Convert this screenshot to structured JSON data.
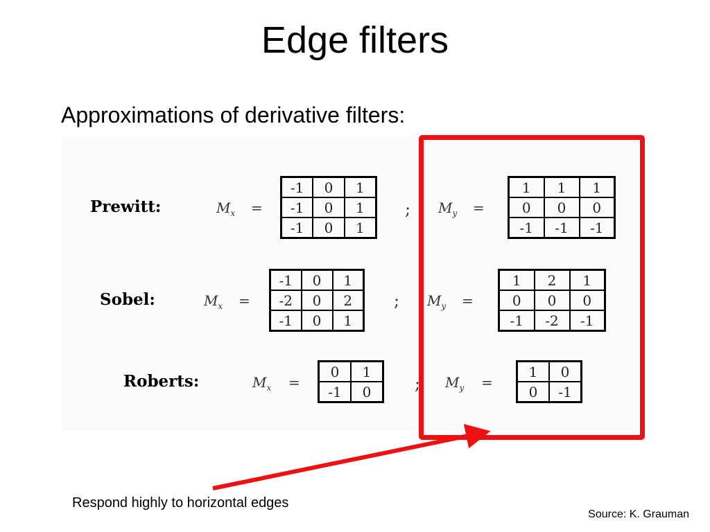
{
  "slide": {
    "title": "Edge filters",
    "subtitle": "Approximations of derivative filters:",
    "caption": "Respond highly to horizontal edges",
    "source": "Source: K. Grauman"
  },
  "highlight_color": "#ee1111",
  "filters": {
    "prewitt": {
      "name": "Prewitt:",
      "mx_symbol": "M",
      "mx_sub": "x",
      "my_symbol": "M",
      "my_sub": "y",
      "equals": "=",
      "separator": ";",
      "mx": [
        [
          "-1",
          "0",
          "1"
        ],
        [
          "-1",
          "0",
          "1"
        ],
        [
          "-1",
          "0",
          "1"
        ]
      ],
      "my": [
        [
          "1",
          "1",
          "1"
        ],
        [
          "0",
          "0",
          "0"
        ],
        [
          "-1",
          "-1",
          "-1"
        ]
      ]
    },
    "sobel": {
      "name": "Sobel:",
      "mx_symbol": "M",
      "mx_sub": "x",
      "my_symbol": "M",
      "my_sub": "y",
      "equals": "=",
      "separator": ";",
      "mx": [
        [
          "-1",
          "0",
          "1"
        ],
        [
          "-2",
          "0",
          "2"
        ],
        [
          "-1",
          "0",
          "1"
        ]
      ],
      "my": [
        [
          "1",
          "2",
          "1"
        ],
        [
          "0",
          "0",
          "0"
        ],
        [
          "-1",
          "-2",
          "-1"
        ]
      ]
    },
    "roberts": {
      "name": "Roberts:",
      "mx_symbol": "M",
      "mx_sub": "x",
      "my_symbol": "M",
      "my_sub": "y",
      "equals": "=",
      "separator": ";",
      "mx": [
        [
          "0",
          "1"
        ],
        [
          "-1",
          "0"
        ]
      ],
      "my": [
        [
          "1",
          "0"
        ],
        [
          "0",
          "-1"
        ]
      ]
    }
  }
}
